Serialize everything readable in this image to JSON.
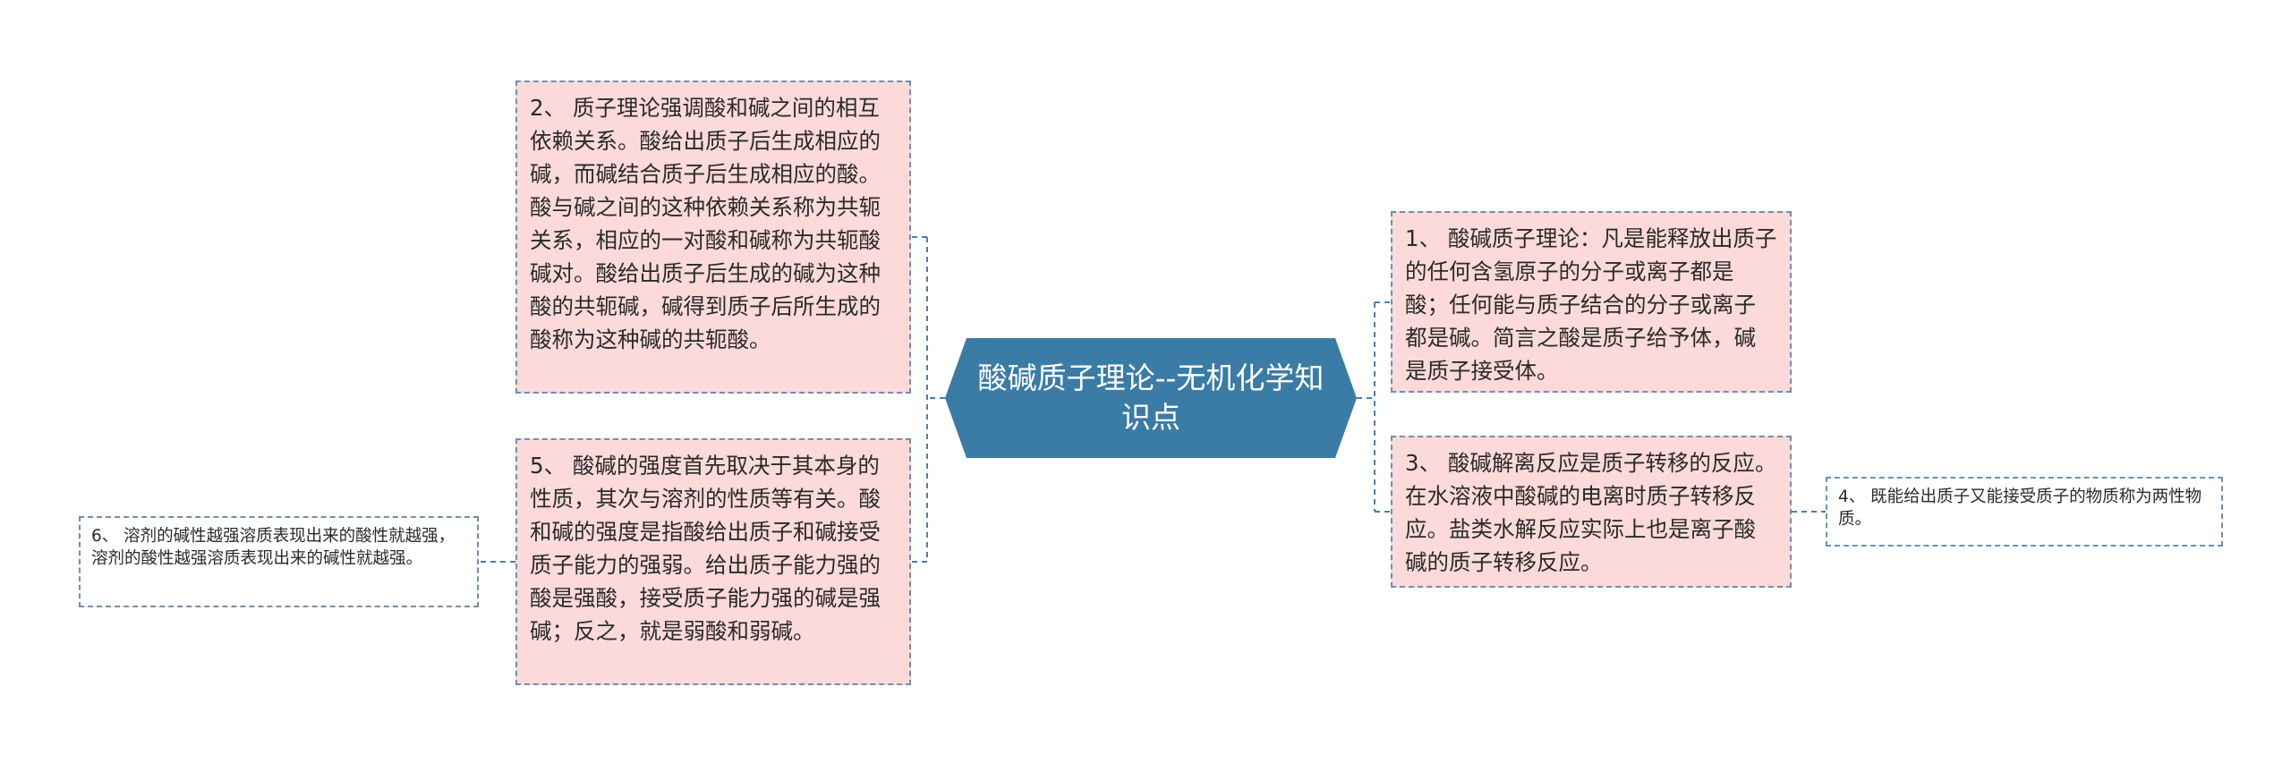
{
  "center": {
    "title": "酸碱质子理论--无机化学知识点"
  },
  "nodes": {
    "n1": "1、 酸碱质子理论：凡是能释放出质子的任何含氢原子的分子或离子都是酸；任何能与质子结合的分子或离子都是碱。简言之酸是质子给予体，碱是质子接受体。",
    "n2": "2、 质子理论强调酸和碱之间的相互依赖关系。酸给出质子后生成相应的碱，而碱结合质子后生成相应的酸。酸与碱之间的这种依赖关系称为共轭关系，相应的一对酸和碱称为共轭酸碱对。酸给出质子后生成的碱为这种酸的共轭碱，碱得到质子后所生成的酸称为这种碱的共轭酸。",
    "n3": "3、 酸碱解离反应是质子转移的反应。在水溶液中酸碱的电离时质子转移反应。盐类水解反应实际上也是离子酸碱的质子转移反应。",
    "n4": "4、 既能给出质子又能接受质子的物质称为两性物质。",
    "n5": "5、 酸碱的强度首先取决于其本身的性质，其次与溶剂的性质等有关。酸和碱的强度是指酸给出质子和碱接受质子能力的强弱。给出质子能力强的酸是强酸，接受质子能力强的碱是强碱；反之，就是弱酸和弱碱。",
    "n6": "6、 溶剂的碱性越强溶质表现出来的酸性就越强，溶剂的酸性越强溶质表现出来的碱性就越强。"
  },
  "colors": {
    "center_fill": "#3a7ca5",
    "node_fill": "#fcdada",
    "leaf_fill": "#ffffff",
    "border": "#6f8fb0",
    "link": "#4a7fb0"
  }
}
